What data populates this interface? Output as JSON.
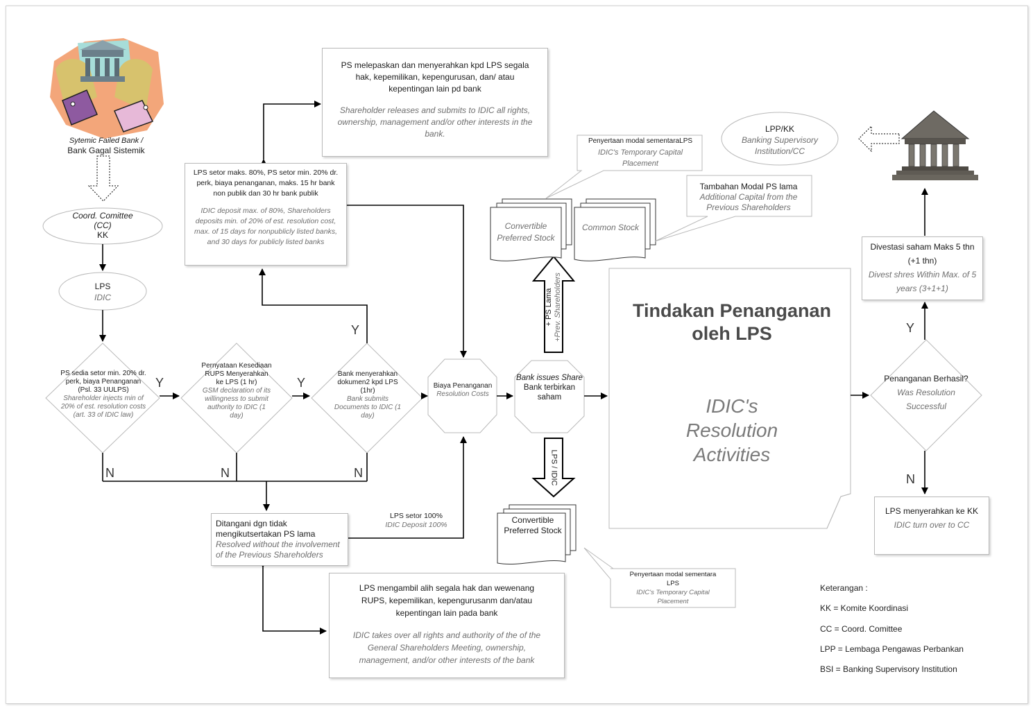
{
  "systemic_bank": {
    "line1": "Sytemic Failed Bank /",
    "line2": "Bank Gagal Sistemik"
  },
  "cc_oval": {
    "line1": "Coord. Comittee",
    "line2": "(CC)",
    "line3": "KK"
  },
  "lps_oval": {
    "line1": "LPS",
    "line2": "IDIC"
  },
  "d1": {
    "id": "PS sedia setor min. 20% dr. perk, biaya Penanganan (Psl. 33 UULPS)",
    "en": "Shareholder injects min of 20% of est. resolution costs (art. 33 of IDIC law)"
  },
  "d2": {
    "id": "Pernyataan Kesediaan RUPS Menyerahkan ke LPS (1 hr)",
    "en": "GSM declaration of its willingness to submit authority to IDIC (1 day)"
  },
  "d3": {
    "id": "Bank menyerahkan dokumen2 kpd LPS (1hr)",
    "en": "Bank submits Documents to IDIC (1 day)"
  },
  "oct1": {
    "id": "Biaya Penanganan",
    "en": "Resolution Costs"
  },
  "oct2": {
    "en": "Bank issues Share",
    "id": "Bank terbirkan saham"
  },
  "box_release": {
    "id": "PS melepaskan dan menyerahkan kpd LPS segala hak, kepemilikan, kepengurusan, dan/ atau kepentingan lain pd bank",
    "en": "Shareholder releases and submits to IDIC all rights, ownership, management and/or other interests in the bank."
  },
  "box_deposit": {
    "id": "LPS setor maks. 80%, PS setor min. 20% dr. perk, biaya penanganan, maks. 15 hr bank non publik dan 30 hr bank publik",
    "en": "IDIC deposit max. of 80%, Shareholders deposits min. of 20% of est. resolution cost, max. of 15 days for nonpublicly listed banks, and 30 days for publicly listed banks"
  },
  "box_resolved": {
    "id": "Ditangani dgn tidak mengikutsertakan PS lama",
    "en": "Resolved without the involvement of the Previous Shareholders"
  },
  "box_takeover": {
    "id": "LPS mengambil alih segala hak dan wewenang RUPS, kepemilikan, kepengurusanm dan/atau kepentingan lain pada bank",
    "en": "IDIC takes over all rights and authority of the of the General Shareholders Meeting, ownership, management, and/or other interests of the bank"
  },
  "deposit100": {
    "id": "LPS setor 100%",
    "en": "IDIC Deposit 100%"
  },
  "callout_temp": {
    "id": "Penyertaan modal sementaraLPS",
    "en": "IDIC's Temporary Capital Placement"
  },
  "callout_add": {
    "id": "Tambahan Modal PS lama",
    "en": "Additional Capital from the Previous Shareholders"
  },
  "callout_temp2": {
    "id": "Penyertaan modal sementara LPS",
    "en": "IDIC's Temporary Capital Placement"
  },
  "stack_cps_top": "Convertible Preferred Stock",
  "stack_common": "Common Stock",
  "stack_cps_bottom": "Convertible Preferred Stock",
  "arrow_up_label": {
    "id": "+ PS Lama",
    "en": "+Prev. Shareholders"
  },
  "arrow_down_label": {
    "id": "LPS / IDIC"
  },
  "big_box": {
    "title": "Tindakan Penanganan oleh LPS",
    "subtitle": "IDIC's Resolution Activities"
  },
  "lpp_oval": {
    "line1": "LPP/KK",
    "line2": "Banking Supervisory Institution/CC"
  },
  "box_divest": {
    "id": "Divestasi saham Maks 5 thn (+1 thn)",
    "en": "Divest shres Within Max. of 5 years (3+1+1)"
  },
  "d4": {
    "id": "Penanganan Berhasil?",
    "en": "Was Resolution Successful"
  },
  "box_turnover": {
    "id": "LPS menyerahkan ke KK",
    "en": "IDIC turn over to CC"
  },
  "yn": {
    "y1": "Y",
    "y2": "Y",
    "y3": "Y",
    "y4": "Y",
    "n1": "N",
    "n2": "N",
    "n3": "N",
    "n4": "N"
  },
  "legend": {
    "title": "Keterangan :",
    "items": [
      "KK = Komite Koordinasi",
      "CC = Coord. Comittee",
      "LPP = Lembaga Pengawas Perbankan",
      "BSI = Banking Supervisory Institution"
    ]
  },
  "icons": [
    "bank-clipart-icon",
    "bank-building-icon"
  ],
  "colors": {
    "line": "#000000",
    "border": "#b9b9b9",
    "italic": "#6e6e6e",
    "title": "#4a4a4a"
  }
}
